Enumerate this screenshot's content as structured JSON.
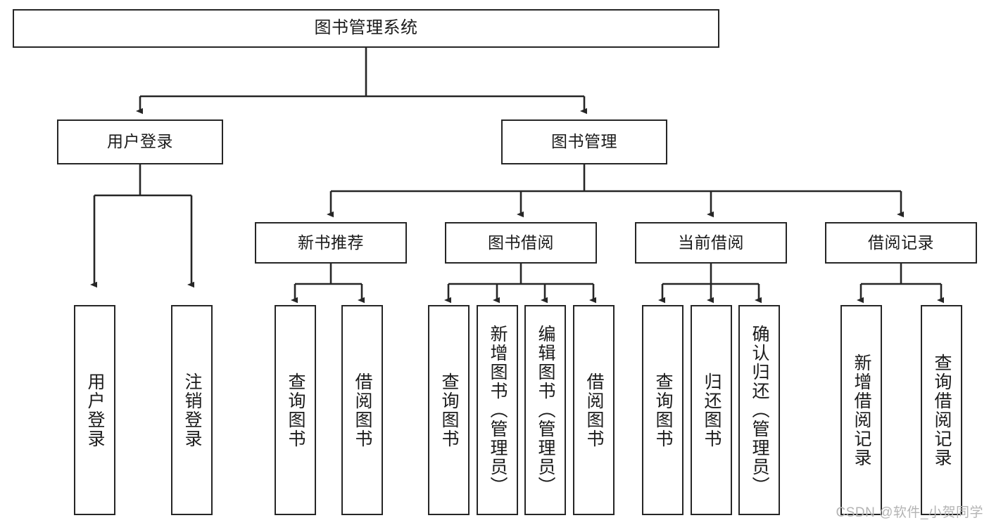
{
  "diagram": {
    "title": "图书管理系统",
    "watermark": "CSDN @软件_小贺同学",
    "colors": {
      "stroke": "#262626",
      "fill": "#ffffff",
      "text": "#1b1b1b",
      "watermark": "#b4b4b4"
    },
    "levels": {
      "root": {
        "label": "图书管理系统"
      },
      "level2": [
        {
          "label": "用户登录"
        },
        {
          "label": "图书管理"
        }
      ],
      "level3": [
        {
          "label": "新书推荐"
        },
        {
          "label": "图书借阅"
        },
        {
          "label": "当前借阅"
        },
        {
          "label": "借阅记录"
        }
      ],
      "leaves": [
        {
          "label": "用户登录"
        },
        {
          "label": "注销登录"
        },
        {
          "label": "查询图书"
        },
        {
          "label": "借阅图书"
        },
        {
          "label": "查询图书"
        },
        {
          "label": "新增图书（管理员）"
        },
        {
          "label": "编辑图书（管理员）"
        },
        {
          "label": "借阅图书"
        },
        {
          "label": "查询图书"
        },
        {
          "label": "归还图书"
        },
        {
          "label": "确认归还（管理员）"
        },
        {
          "label": "新增借阅记录"
        },
        {
          "label": "查询借阅记录"
        }
      ]
    },
    "tree": {
      "图书管理系统": [
        "用户登录",
        "图书管理"
      ],
      "用户登录": [
        "用户登录",
        "注销登录"
      ],
      "图书管理": [
        "新书推荐",
        "图书借阅",
        "当前借阅",
        "借阅记录"
      ],
      "新书推荐": [
        "查询图书",
        "借阅图书"
      ],
      "图书借阅": [
        "查询图书",
        "新增图书（管理员）",
        "编辑图书（管理员）",
        "借阅图书"
      ],
      "当前借阅": [
        "查询图书",
        "归还图书",
        "确认归还（管理员）"
      ],
      "借阅记录": [
        "新增借阅记录",
        "查询借阅记录"
      ]
    }
  }
}
